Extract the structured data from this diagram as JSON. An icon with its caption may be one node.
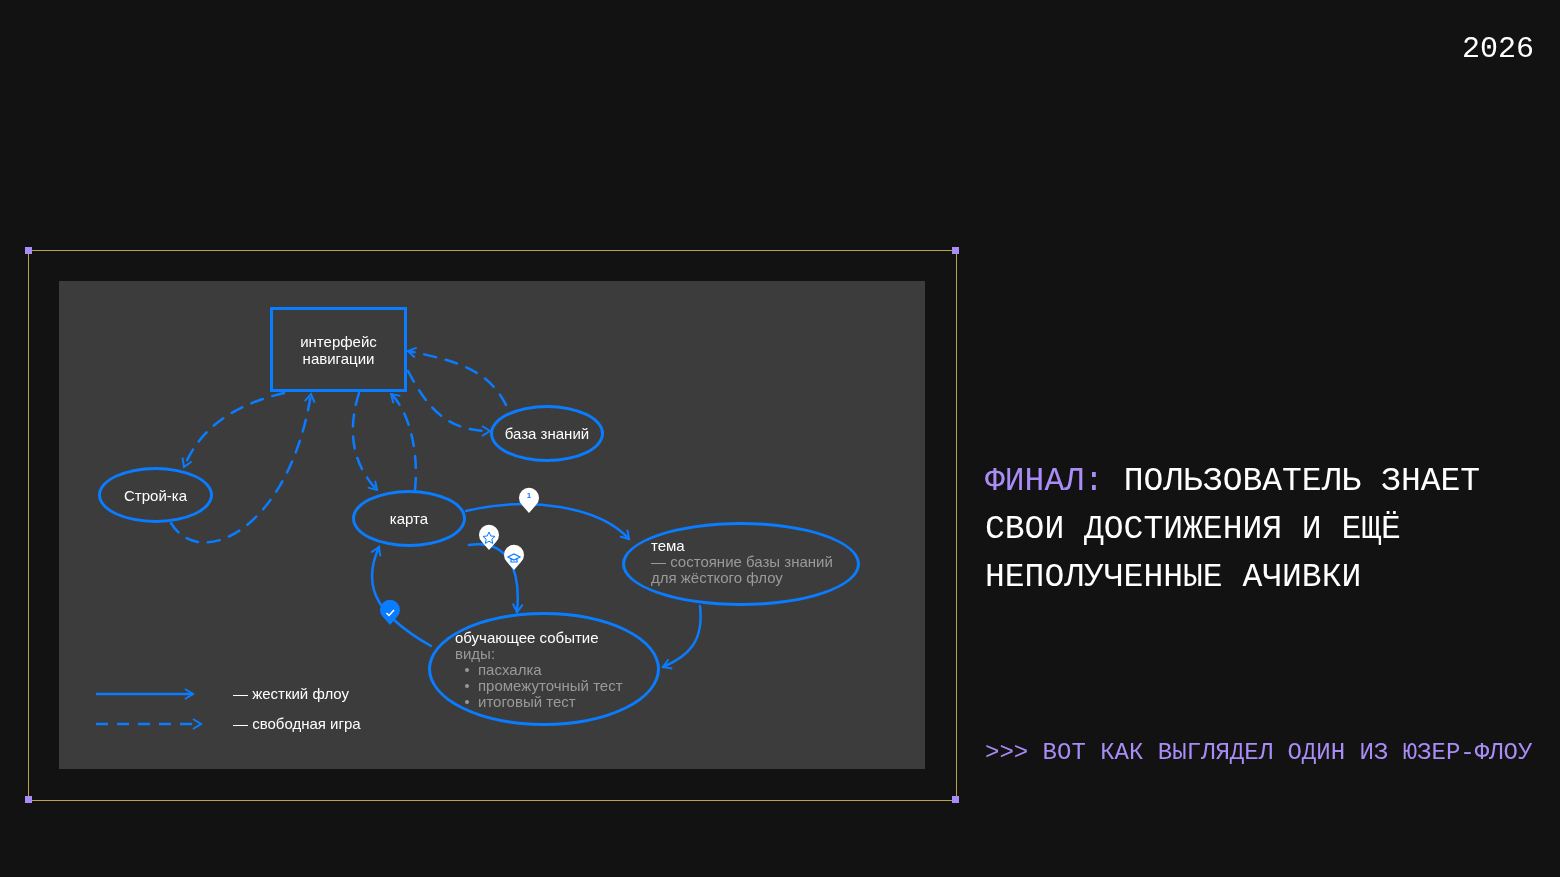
{
  "diagram": {
    "title": "**ФИНАЛ:** ПОЛЬЗОВАТЕЛЬ ЗНАЕТ СВОИ ДОСТИЖЕНИЯ И ЕЩЁ НЕПОЛУЧЕННЫЕ АЧИВКИ",
    "caption": ">>> ВОТ КАК ВЫГЛЯДЕЛ ОДИН ИЗ ЮЗЕР-ФЛОУ",
    "nodes": [
      {
        "text": [
          "интерфейс навигации"
        ]
      },
      {
        "text": [
          "база знаний"
        ]
      },
      {
        "text": [
          "Строй-ка"
        ]
      },
      {
        "text": [
          "карта"
        ]
      },
      {
        "text": [
          "тема",
          "— состояние базы знаний для жёсткого флоу"
        ]
      },
      {
        "text": [
          "обучающее событие",
          "виды:",
          "пасхалка",
          "промежуточный тест",
          "итоговый тест"
        ]
      }
    ],
    "edges": [
      {
        "from": 0,
        "to": 2,
        "arrow": "to",
        "style": "dashed"
      },
      {
        "from": 2,
        "to": 0,
        "arrow": "to",
        "style": "dashed"
      },
      {
        "from": 0,
        "to": 3,
        "arrow": "to",
        "style": "dashed"
      },
      {
        "from": 3,
        "to": 0,
        "arrow": "to",
        "style": "dashed"
      },
      {
        "from": 0,
        "to": 1,
        "arrow": "to",
        "style": "dashed"
      },
      {
        "from": 1,
        "to": 0,
        "arrow": "to",
        "style": "dashed"
      },
      {
        "from": 3,
        "to": 4,
        "arrow": "to"
      },
      {
        "from": 3,
        "to": 5,
        "arrow": "to"
      },
      {
        "from": 4,
        "to": 5,
        "arrow": "to"
      },
      {
        "from": 5,
        "to": 3,
        "arrow": "to"
      }
    ],
    "labels": [
      "2026",
      "1"
    ],
    "legend": [
      {
        "text": "— жесткий флоу"
      },
      {
        "text": "— свободная игра"
      }
    ]
  }
}
